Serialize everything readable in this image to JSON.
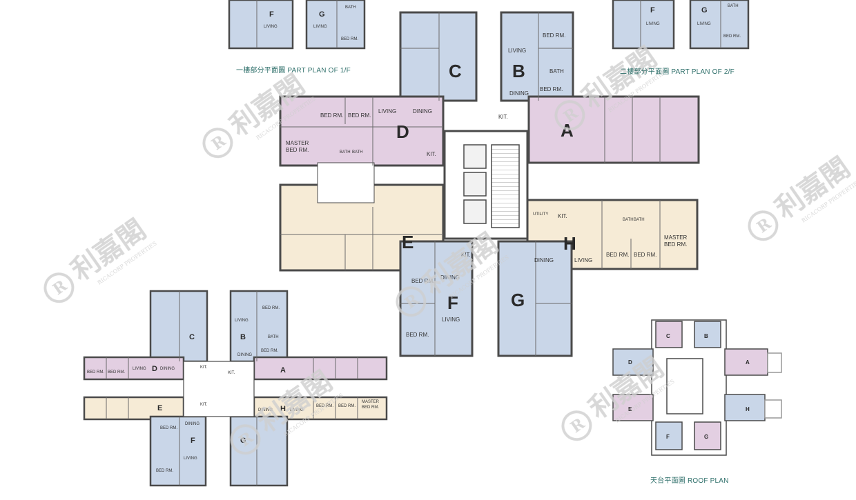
{
  "captions": {
    "part_plan_1f": "一樓部分平面圖 PART PLAN OF 1/F",
    "part_plan_2f": "二樓部分平面圖 PART PLAN OF 2/F",
    "roof_plan": "天台平面圖 ROOF PLAN"
  },
  "watermark": {
    "chinese": "利嘉閣",
    "english": "RICACORP PROPERTIES",
    "logo_letter": "R"
  },
  "colors": {
    "blue_unit": "#c9d6e8",
    "pink_unit": "#e3cfe2",
    "cream_unit": "#f6ebd6",
    "wall": "#4a4a4a",
    "caption_text": "#2e6f6a"
  },
  "units": {
    "A": "A",
    "B": "B",
    "C": "C",
    "D": "D",
    "E": "E",
    "F": "F",
    "G": "G",
    "H": "H"
  },
  "rooms": {
    "bed_rm": "BED RM.",
    "master_bed_rm": "MASTER BED RM.",
    "master": "MASTER",
    "living": "LIVING",
    "dining": "DINING",
    "kit": "KIT.",
    "bath": "BATH",
    "utility": "UTILITY"
  }
}
